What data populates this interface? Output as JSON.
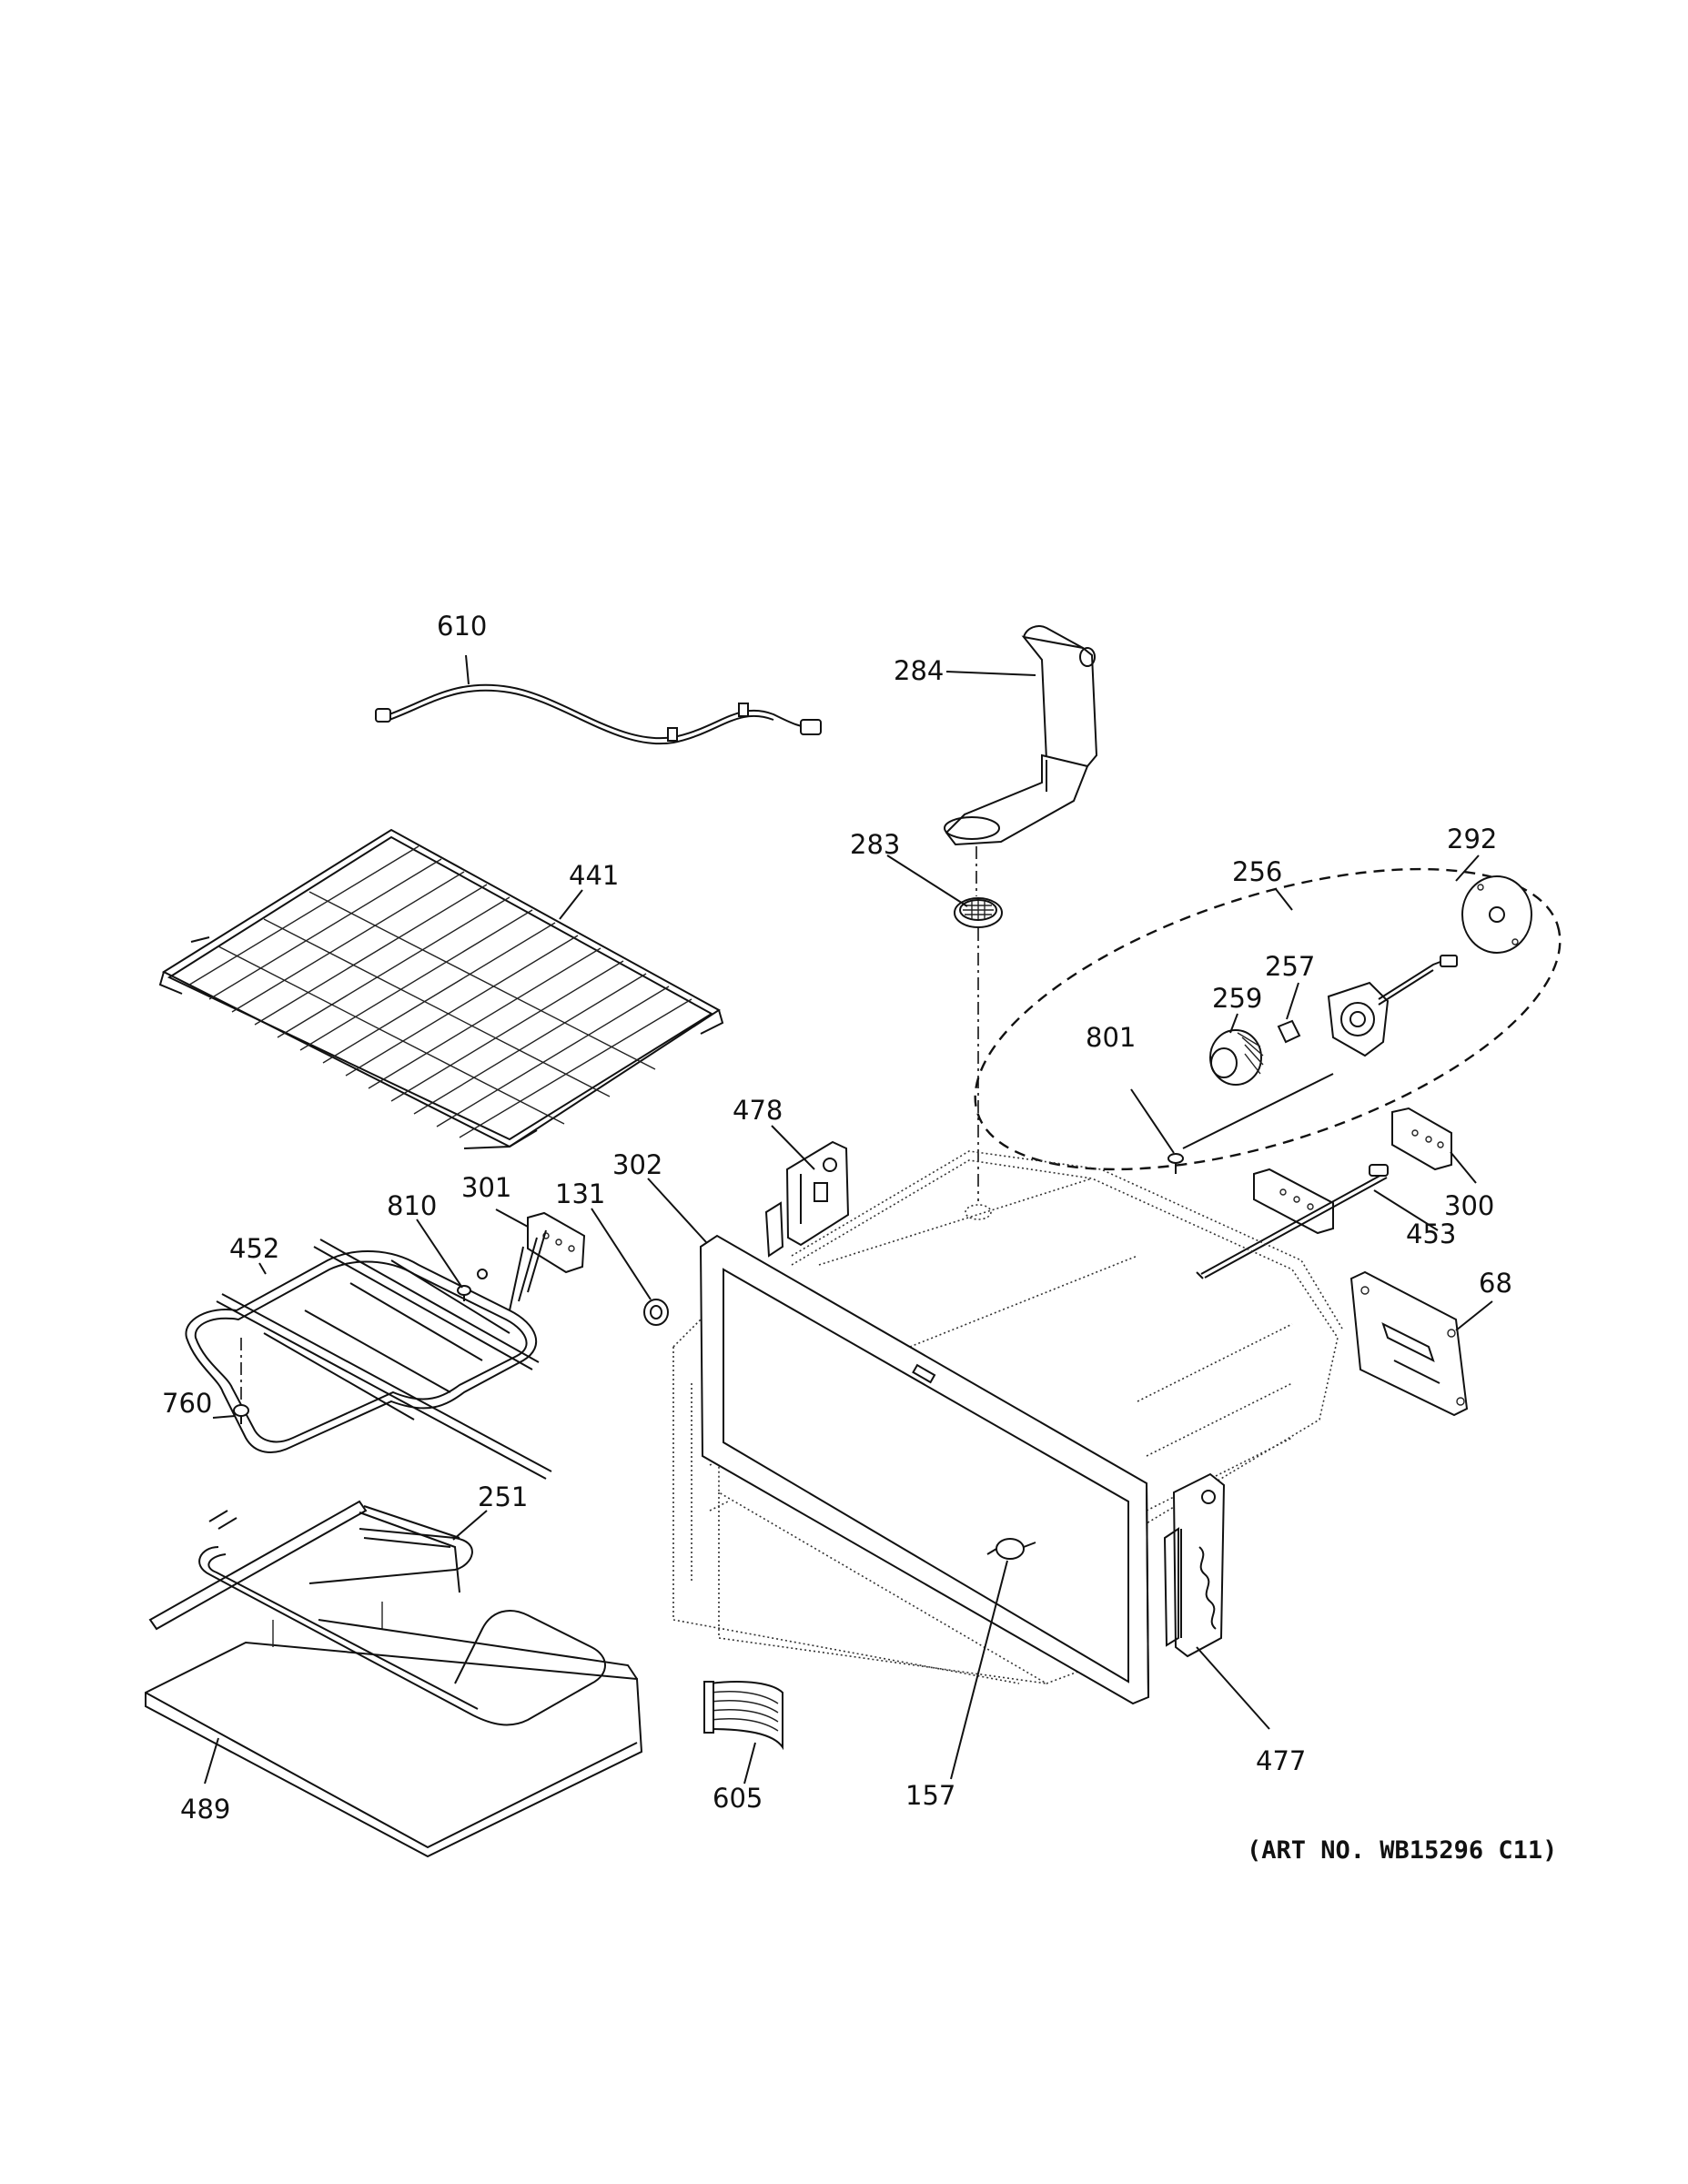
{
  "diagram": {
    "art_number": "(ART NO. WB15296 C11)",
    "callouts": {
      "c610": "610",
      "c284": "284",
      "c283": "283",
      "c441": "441",
      "c292": "292",
      "c256": "256",
      "c257": "257",
      "c259": "259",
      "c801": "801",
      "c478": "478",
      "c302": "302",
      "c131": "131",
      "c301": "301",
      "c810": "810",
      "c452": "452",
      "c300": "300",
      "c453": "453",
      "c68": "68",
      "c760": "760",
      "c251": "251",
      "c477": "477",
      "c489": "489",
      "c605": "605",
      "c157": "157"
    }
  }
}
